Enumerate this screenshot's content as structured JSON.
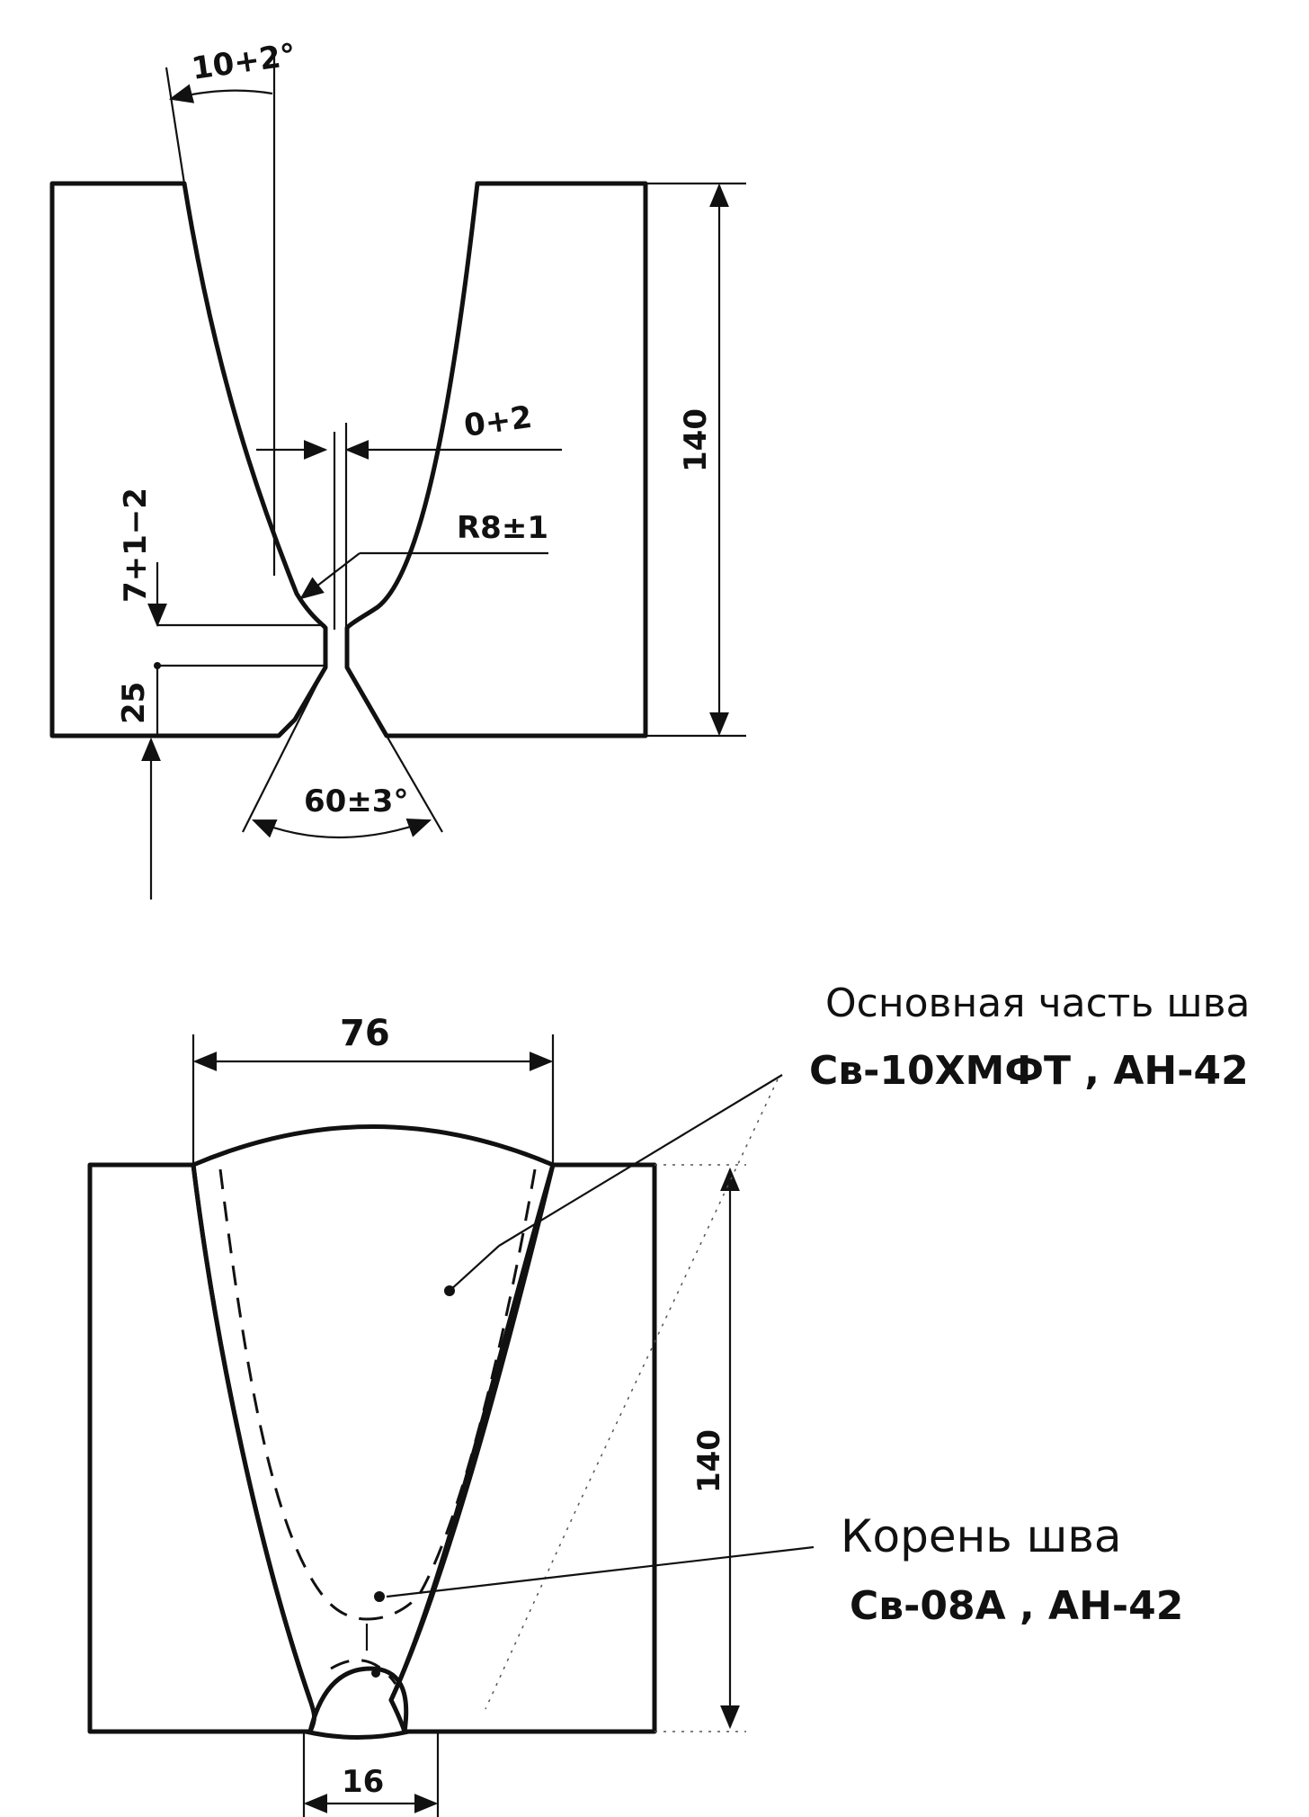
{
  "top_view": {
    "bevel_angle": "10+2°",
    "gap": "0+2",
    "radius": "R8±1",
    "shoulder_height": "7+1−2",
    "root_face": "25",
    "thickness": "140",
    "bottom_angle": "60±3°"
  },
  "bottom_view": {
    "top_width": "76",
    "thickness": "140",
    "root_width": "16",
    "main_weld": {
      "line1": "Основная часть шва",
      "line2": "Св-10ХМФТ , АН-42"
    },
    "root_weld": {
      "line1": "Корень шва",
      "line2": "Св-08А , АН-42"
    }
  },
  "colors": {
    "ink": "#111111",
    "paper": "#ffffff"
  }
}
